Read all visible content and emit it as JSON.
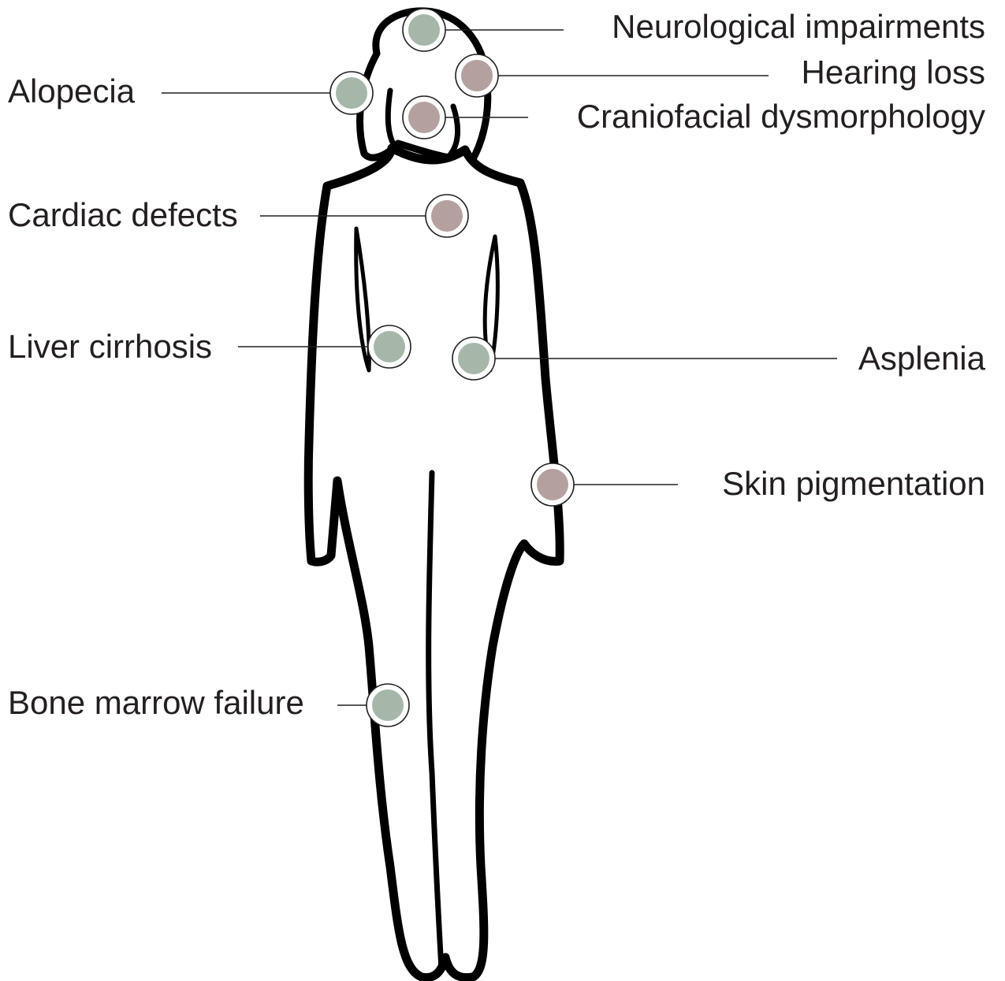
{
  "colors": {
    "outline": "#000000",
    "text": "#231f20",
    "marker_green": "#a6b7aa",
    "marker_mauve": "#b4a19f"
  },
  "features": [
    {
      "key": "neurological",
      "label": "Neurological impairments",
      "color": "green"
    },
    {
      "key": "hearing",
      "label": "Hearing loss",
      "color": "mauve"
    },
    {
      "key": "alopecia",
      "label": "Alopecia",
      "color": "green"
    },
    {
      "key": "craniofacial",
      "label": "Craniofacial dysmorphology",
      "color": "mauve"
    },
    {
      "key": "cardiac",
      "label": "Cardiac defects",
      "color": "mauve"
    },
    {
      "key": "liver",
      "label": "Liver cirrhosis",
      "color": "green"
    },
    {
      "key": "asplenia",
      "label": "Asplenia",
      "color": "green"
    },
    {
      "key": "skin",
      "label": "Skin pigmentation",
      "color": "mauve"
    },
    {
      "key": "bone_marrow",
      "label": "Bone marrow failure",
      "color": "green"
    }
  ]
}
